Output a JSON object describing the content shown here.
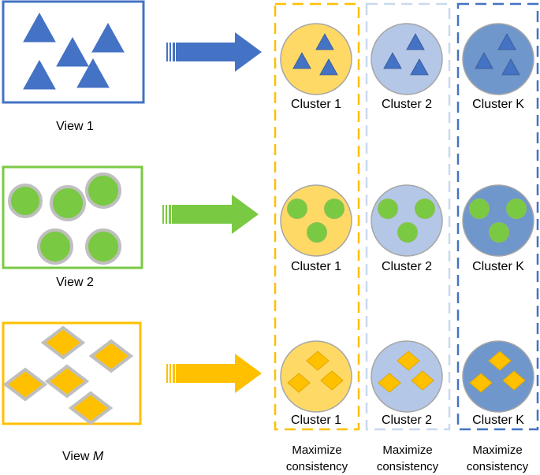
{
  "views": [
    {
      "label": "View 1",
      "label_italic_part": "",
      "color": "#4472C4",
      "shape": "triangle",
      "shape_fill": "#4472C4",
      "shape_stroke": "#4472C4"
    },
    {
      "label": "View 2",
      "label_italic_part": "",
      "color": "#7AC943",
      "shape": "circle",
      "shape_fill": "#7AC943",
      "shape_stroke": "#BFBFBF"
    },
    {
      "label": "View ",
      "label_italic_part": "M",
      "color": "#FFC000",
      "shape": "diamond",
      "shape_fill": "#FFC000",
      "shape_stroke": "#BFBFBF"
    }
  ],
  "clusters": [
    {
      "label": "Cluster 1",
      "fill": "#FFD966",
      "border_color": "#FFC000",
      "circle_stroke": "#A6A6A6"
    },
    {
      "label": "Cluster 2",
      "fill": "#B4C7E7",
      "border_color": "#C9D9EE",
      "circle_stroke": "#A6A6A6"
    },
    {
      "label": "Cluster K",
      "fill": "#6F97CB",
      "border_color": "#4472C4",
      "circle_stroke": "#A6A6A6"
    }
  ],
  "footer": {
    "line1": "Maximize",
    "line2": "consistency"
  }
}
